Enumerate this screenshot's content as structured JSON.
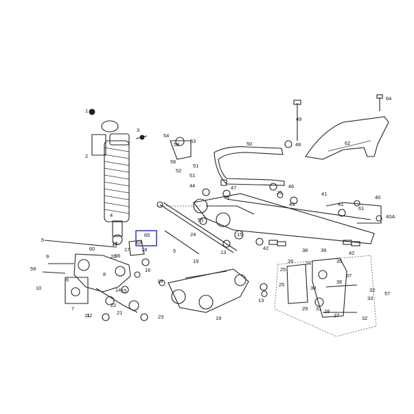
{
  "highlight": {
    "label": "65",
    "color": "#3a3fbf"
  },
  "labels": [
    {
      "id": "l1",
      "text": "1"
    },
    {
      "id": "l2",
      "text": "2"
    },
    {
      "id": "l3",
      "text": "3"
    },
    {
      "id": "l4",
      "text": "4"
    },
    {
      "id": "l5a",
      "text": "5"
    },
    {
      "id": "l5b",
      "text": "5"
    },
    {
      "id": "l6",
      "text": "6"
    },
    {
      "id": "l7",
      "text": "7"
    },
    {
      "id": "l8",
      "text": "8"
    },
    {
      "id": "l9",
      "text": "9"
    },
    {
      "id": "l10",
      "text": "10"
    },
    {
      "id": "l11",
      "text": "11"
    },
    {
      "id": "l12",
      "text": "12"
    },
    {
      "id": "l13a",
      "text": "13"
    },
    {
      "id": "l13b",
      "text": "13"
    },
    {
      "id": "l14a",
      "text": "14"
    },
    {
      "id": "l14b",
      "text": "14"
    },
    {
      "id": "l15a",
      "text": "15"
    },
    {
      "id": "l15b",
      "text": "15"
    },
    {
      "id": "l16a",
      "text": "16"
    },
    {
      "id": "l16b",
      "text": "16"
    },
    {
      "id": "l17",
      "text": "17"
    },
    {
      "id": "l18",
      "text": "18"
    },
    {
      "id": "l19a",
      "text": "19"
    },
    {
      "id": "l19b",
      "text": "19"
    },
    {
      "id": "l19c",
      "text": "19"
    },
    {
      "id": "l20",
      "text": "20"
    },
    {
      "id": "l21",
      "text": "21"
    },
    {
      "id": "l22",
      "text": "22"
    },
    {
      "id": "l23",
      "text": "23"
    },
    {
      "id": "l24",
      "text": "24"
    },
    {
      "id": "l25a",
      "text": "25"
    },
    {
      "id": "l25b",
      "text": "25"
    },
    {
      "id": "l25c",
      "text": "25"
    },
    {
      "id": "l26",
      "text": "26"
    },
    {
      "id": "l27",
      "text": "27"
    },
    {
      "id": "l28",
      "text": "28"
    },
    {
      "id": "l29",
      "text": "29"
    },
    {
      "id": "l30",
      "text": "30"
    },
    {
      "id": "l31",
      "text": "31"
    },
    {
      "id": "l32a",
      "text": "32"
    },
    {
      "id": "l32b",
      "text": "32"
    },
    {
      "id": "l33",
      "text": "33"
    },
    {
      "id": "l34",
      "text": "34"
    },
    {
      "id": "l35",
      "text": "35"
    },
    {
      "id": "l36",
      "text": "36"
    },
    {
      "id": "l37",
      "text": "37"
    },
    {
      "id": "l38",
      "text": "38"
    },
    {
      "id": "l39",
      "text": "39"
    },
    {
      "id": "l40",
      "text": "40"
    },
    {
      "id": "l40A",
      "text": "40A"
    },
    {
      "id": "l41a",
      "text": "41"
    },
    {
      "id": "l41b",
      "text": "41"
    },
    {
      "id": "l42a",
      "text": "42"
    },
    {
      "id": "l42b",
      "text": "42"
    },
    {
      "id": "l43",
      "text": "43"
    },
    {
      "id": "l44",
      "text": "44"
    },
    {
      "id": "l45",
      "text": "45"
    },
    {
      "id": "l46",
      "text": "46"
    },
    {
      "id": "l47",
      "text": "47"
    },
    {
      "id": "l48",
      "text": "48"
    },
    {
      "id": "l49",
      "text": "49"
    },
    {
      "id": "l50",
      "text": "50"
    },
    {
      "id": "l51a",
      "text": "51"
    },
    {
      "id": "l51b",
      "text": "51"
    },
    {
      "id": "l52",
      "text": "52"
    },
    {
      "id": "l53",
      "text": "53"
    },
    {
      "id": "l54",
      "text": "54"
    },
    {
      "id": "l55",
      "text": "55"
    },
    {
      "id": "l56a",
      "text": "56"
    },
    {
      "id": "l56b",
      "text": "56"
    },
    {
      "id": "l57",
      "text": "57"
    },
    {
      "id": "l58",
      "text": "58"
    },
    {
      "id": "l59",
      "text": "59"
    },
    {
      "id": "l60",
      "text": "60"
    },
    {
      "id": "l61",
      "text": "61"
    },
    {
      "id": "l62",
      "text": "62"
    },
    {
      "id": "l63",
      "text": "63"
    },
    {
      "id": "l64",
      "text": "64"
    },
    {
      "id": "l65",
      "text": "65"
    }
  ]
}
